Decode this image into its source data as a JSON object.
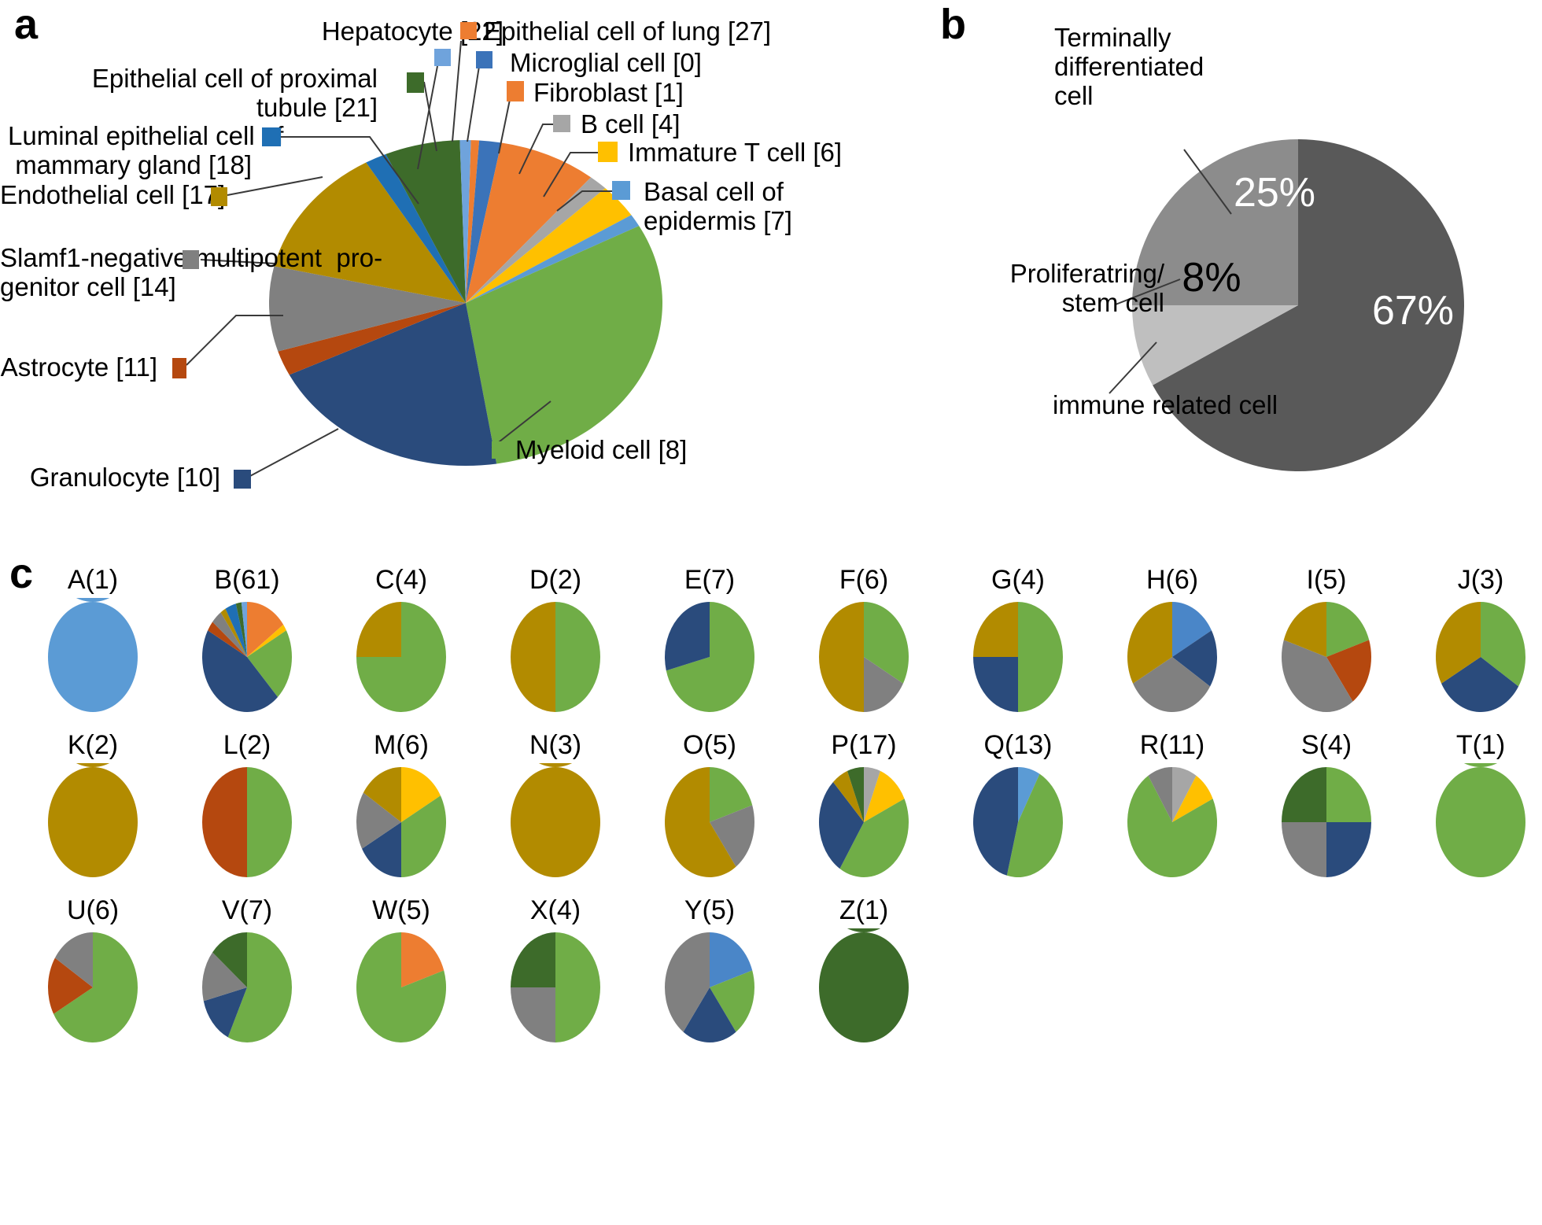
{
  "panels": {
    "a": {
      "letter": "a"
    },
    "b": {
      "letter": "b"
    },
    "c": {
      "letter": "c"
    }
  },
  "chart_data": [
    {
      "type": "pie",
      "panel": "a",
      "title": "",
      "note": "Cell type composition pie chart with leader-line callout labels",
      "categories": [
        "Myeloid cell [8]",
        "Granulocyte [10]",
        "Astrocyte [11]",
        "Slamf1-negative multipotent  pro-\ngenitor cell [14]",
        "Endothelial cell [17]",
        "Luminal epithelial cell of\nmammary gland [18]",
        "Epithelial cell of proximal\ntubule [21]",
        "Hepatocyte [22]",
        "Epithelial cell of lung [27]",
        "Microglial cell [0]",
        "Fibroblast [1]",
        "B cell [4]",
        "Immature T cell [6]",
        "Basal cell of\nepidermis [7]"
      ],
      "values": [
        27,
        18,
        2.2,
        7.5,
        11.5,
        1.6,
        5.5,
        0.8,
        0.6,
        1.6,
        7.2,
        1.4,
        3.0,
        1.1
      ],
      "colors": [
        "#70ad47",
        "#2a4b7c",
        "#b5480f",
        "#808080",
        "#b28b00",
        "#1f6fb4",
        "#3d6b2a",
        "#6fa3dc",
        "#ed7d31",
        "#3b73b9",
        "#ed7d31",
        "#a6a6a6",
        "#ffc000",
        "#5b9bd5"
      ],
      "xlabel": "",
      "ylabel": ""
    },
    {
      "type": "pie",
      "panel": "b",
      "title": "",
      "categories": [
        "immune related cell",
        "Terminally\ndifferentiated\ncell",
        "Proliferatring/\nstem cell"
      ],
      "values": [
        67,
        25,
        8
      ],
      "data_labels": [
        "67%",
        "25%",
        "8%"
      ],
      "colors": [
        "#595959",
        "#8c8c8c",
        "#bfbfbf"
      ],
      "label_colors": [
        "#ffffff",
        "#ffffff",
        "#000000"
      ],
      "xlabel": "",
      "ylabel": ""
    },
    {
      "type": "pie",
      "panel": "c",
      "note": "26 small pies, one per cluster; title shows cluster letter and cell count",
      "legend_colors": {
        "light-blue": "#5b9bd5",
        "green": "#70ad47",
        "dark-green": "#3d6b2a",
        "gold": "#b28b00",
        "orange": "#ed7d31",
        "gray": "#808080",
        "light-gray": "#a6a6a6",
        "navy": "#2a4b7c",
        "blue": "#4a86c8",
        "steel-blue": "#1f6fb4",
        "rust": "#b5480f",
        "yellow": "#ffc000"
      },
      "pies": [
        {
          "id": "A",
          "count": 1,
          "label": "A(1)",
          "slices": [
            {
              "color": "#5b9bd5",
              "value": 100
            }
          ]
        },
        {
          "id": "B",
          "count": 61,
          "label": "B(61)",
          "slices": [
            {
              "color": "#ed7d31",
              "value": 15
            },
            {
              "color": "#ffc000",
              "value": 2
            },
            {
              "color": "#70ad47",
              "value": 21
            },
            {
              "color": "#2a4b7c",
              "value": 45
            },
            {
              "color": "#b5480f",
              "value": 3
            },
            {
              "color": "#808080",
              "value": 4
            },
            {
              "color": "#b28b00",
              "value": 2
            },
            {
              "color": "#1f6fb4",
              "value": 4
            },
            {
              "color": "#3d6b2a",
              "value": 2
            },
            {
              "color": "#6fa3dc",
              "value": 2
            }
          ]
        },
        {
          "id": "C",
          "count": 4,
          "label": "C(4)",
          "slices": [
            {
              "color": "#70ad47",
              "value": 75
            },
            {
              "color": "#b28b00",
              "value": 25
            }
          ]
        },
        {
          "id": "D",
          "count": 2,
          "label": "D(2)",
          "slices": [
            {
              "color": "#70ad47",
              "value": 50
            },
            {
              "color": "#b28b00",
              "value": 50
            }
          ]
        },
        {
          "id": "E",
          "count": 7,
          "label": "E(7)",
          "slices": [
            {
              "color": "#70ad47",
              "value": 71
            },
            {
              "color": "#2a4b7c",
              "value": 29
            }
          ]
        },
        {
          "id": "F",
          "count": 6,
          "label": "F(6)",
          "slices": [
            {
              "color": "#70ad47",
              "value": 33
            },
            {
              "color": "#808080",
              "value": 17
            },
            {
              "color": "#b28b00",
              "value": 50
            }
          ]
        },
        {
          "id": "G",
          "count": 4,
          "label": "G(4)",
          "slices": [
            {
              "color": "#70ad47",
              "value": 50
            },
            {
              "color": "#2a4b7c",
              "value": 25
            },
            {
              "color": "#b28b00",
              "value": 25
            }
          ]
        },
        {
          "id": "H",
          "count": 6,
          "label": "H(6)",
          "slices": [
            {
              "color": "#4a86c8",
              "value": 17
            },
            {
              "color": "#2a4b7c",
              "value": 17
            },
            {
              "color": "#808080",
              "value": 33
            },
            {
              "color": "#b28b00",
              "value": 33
            }
          ]
        },
        {
          "id": "I",
          "count": 5,
          "label": "I(5)",
          "slices": [
            {
              "color": "#70ad47",
              "value": 20
            },
            {
              "color": "#b5480f",
              "value": 20
            },
            {
              "color": "#808080",
              "value": 40
            },
            {
              "color": "#b28b00",
              "value": 20
            }
          ]
        },
        {
          "id": "J",
          "count": 3,
          "label": "J(3)",
          "slices": [
            {
              "color": "#70ad47",
              "value": 34
            },
            {
              "color": "#2a4b7c",
              "value": 33
            },
            {
              "color": "#b28b00",
              "value": 33
            }
          ]
        },
        {
          "id": "K",
          "count": 2,
          "label": "K(2)",
          "slices": [
            {
              "color": "#b28b00",
              "value": 100
            }
          ]
        },
        {
          "id": "L",
          "count": 2,
          "label": "L(2)",
          "slices": [
            {
              "color": "#70ad47",
              "value": 50
            },
            {
              "color": "#b5480f",
              "value": 50
            }
          ]
        },
        {
          "id": "M",
          "count": 6,
          "label": "M(6)",
          "slices": [
            {
              "color": "#ffc000",
              "value": 17
            },
            {
              "color": "#70ad47",
              "value": 33
            },
            {
              "color": "#2a4b7c",
              "value": 17
            },
            {
              "color": "#808080",
              "value": 17
            },
            {
              "color": "#b28b00",
              "value": 16
            }
          ]
        },
        {
          "id": "N",
          "count": 3,
          "label": "N(3)",
          "slices": [
            {
              "color": "#b28b00",
              "value": 100
            }
          ]
        },
        {
          "id": "O",
          "count": 5,
          "label": "O(5)",
          "slices": [
            {
              "color": "#70ad47",
              "value": 20
            },
            {
              "color": "#808080",
              "value": 20
            },
            {
              "color": "#b28b00",
              "value": 60
            }
          ]
        },
        {
          "id": "P",
          "count": 17,
          "label": "P(17)",
          "slices": [
            {
              "color": "#a6a6a6",
              "value": 6
            },
            {
              "color": "#ffc000",
              "value": 12
            },
            {
              "color": "#70ad47",
              "value": 41
            },
            {
              "color": "#2a4b7c",
              "value": 29
            },
            {
              "color": "#b28b00",
              "value": 6
            },
            {
              "color": "#3d6b2a",
              "value": 6
            }
          ]
        },
        {
          "id": "Q",
          "count": 13,
          "label": "Q(13)",
          "slices": [
            {
              "color": "#5b9bd5",
              "value": 8
            },
            {
              "color": "#70ad47",
              "value": 46
            },
            {
              "color": "#2a4b7c",
              "value": 46
            }
          ]
        },
        {
          "id": "R",
          "count": 11,
          "label": "R(11)",
          "slices": [
            {
              "color": "#a6a6a6",
              "value": 9
            },
            {
              "color": "#ffc000",
              "value": 9
            },
            {
              "color": "#70ad47",
              "value": 73
            },
            {
              "color": "#808080",
              "value": 9
            }
          ]
        },
        {
          "id": "S",
          "count": 4,
          "label": "S(4)",
          "slices": [
            {
              "color": "#70ad47",
              "value": 25
            },
            {
              "color": "#2a4b7c",
              "value": 25
            },
            {
              "color": "#808080",
              "value": 25
            },
            {
              "color": "#3d6b2a",
              "value": 25
            }
          ]
        },
        {
          "id": "T",
          "count": 1,
          "label": "T(1)",
          "slices": [
            {
              "color": "#70ad47",
              "value": 100
            }
          ]
        },
        {
          "id": "U",
          "count": 6,
          "label": "U(6)",
          "slices": [
            {
              "color": "#70ad47",
              "value": 67
            },
            {
              "color": "#b5480f",
              "value": 17
            },
            {
              "color": "#808080",
              "value": 16
            }
          ]
        },
        {
          "id": "V",
          "count": 7,
          "label": "V(7)",
          "slices": [
            {
              "color": "#70ad47",
              "value": 57
            },
            {
              "color": "#2a4b7c",
              "value": 14
            },
            {
              "color": "#808080",
              "value": 15
            },
            {
              "color": "#3d6b2a",
              "value": 14
            }
          ]
        },
        {
          "id": "W",
          "count": 5,
          "label": "W(5)",
          "slices": [
            {
              "color": "#ed7d31",
              "value": 20
            },
            {
              "color": "#70ad47",
              "value": 80
            }
          ]
        },
        {
          "id": "X",
          "count": 4,
          "label": "X(4)",
          "slices": [
            {
              "color": "#70ad47",
              "value": 50
            },
            {
              "color": "#808080",
              "value": 25
            },
            {
              "color": "#3d6b2a",
              "value": 25
            }
          ]
        },
        {
          "id": "Y",
          "count": 5,
          "label": "Y(5)",
          "slices": [
            {
              "color": "#4a86c8",
              "value": 20
            },
            {
              "color": "#70ad47",
              "value": 20
            },
            {
              "color": "#2a4b7c",
              "value": 20
            },
            {
              "color": "#808080",
              "value": 40
            }
          ]
        },
        {
          "id": "Z",
          "count": 1,
          "label": "Z(1)",
          "slices": [
            {
              "color": "#3d6b2a",
              "value": 100
            }
          ]
        }
      ]
    }
  ]
}
